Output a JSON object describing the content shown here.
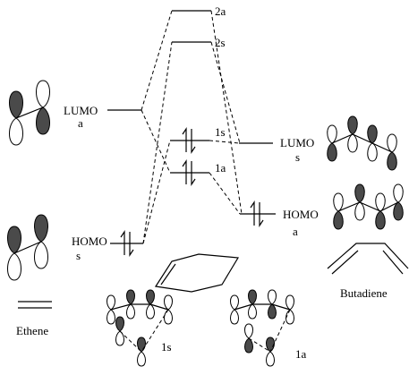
{
  "levels": {
    "ethene_lumo": {
      "name": "LUMO",
      "symmetry": "a"
    },
    "ethene_homo": {
      "name": "HOMO",
      "symmetry": "s"
    },
    "butadiene_lumo": {
      "name": "LUMO",
      "symmetry": "s"
    },
    "butadiene_homo": {
      "name": "HOMO",
      "symmetry": "a"
    },
    "product": [
      "2a",
      "2s",
      "1s",
      "1a"
    ]
  },
  "captions": {
    "ethene": "Ethene",
    "butadiene": "Butadiene",
    "orbital_1s": "1s",
    "orbital_1a": "1a"
  },
  "colors": {
    "lobe_dark": "#4a4a4a",
    "line": "#000000",
    "background": "#ffffff"
  }
}
